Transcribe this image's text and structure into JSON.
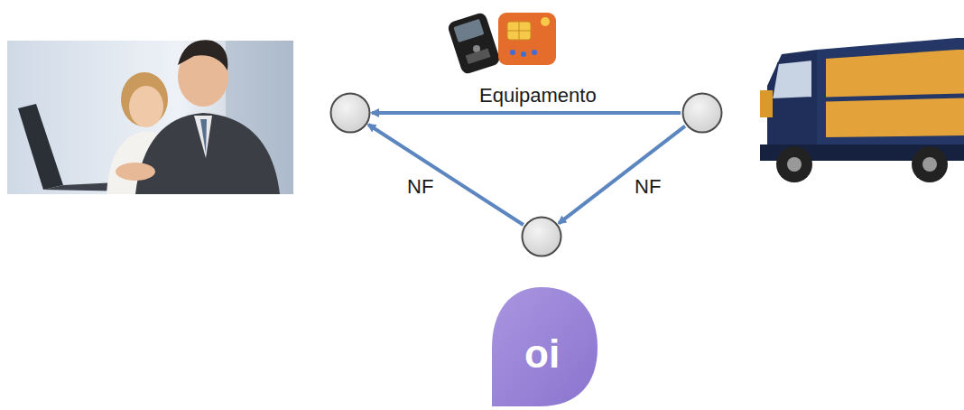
{
  "diagram": {
    "nodes": [
      {
        "text": []
      },
      {
        "text": []
      },
      {
        "text": []
      }
    ],
    "edges": [
      {
        "from": 1,
        "to": 0,
        "label": "Equipamento",
        "arrow": "to"
      },
      {
        "from": 1,
        "to": 2,
        "label": "NF",
        "arrow": "to"
      },
      {
        "from": 2,
        "to": 0,
        "label": "NF",
        "arrow": "to"
      }
    ],
    "labels": [
      "oi"
    ]
  }
}
